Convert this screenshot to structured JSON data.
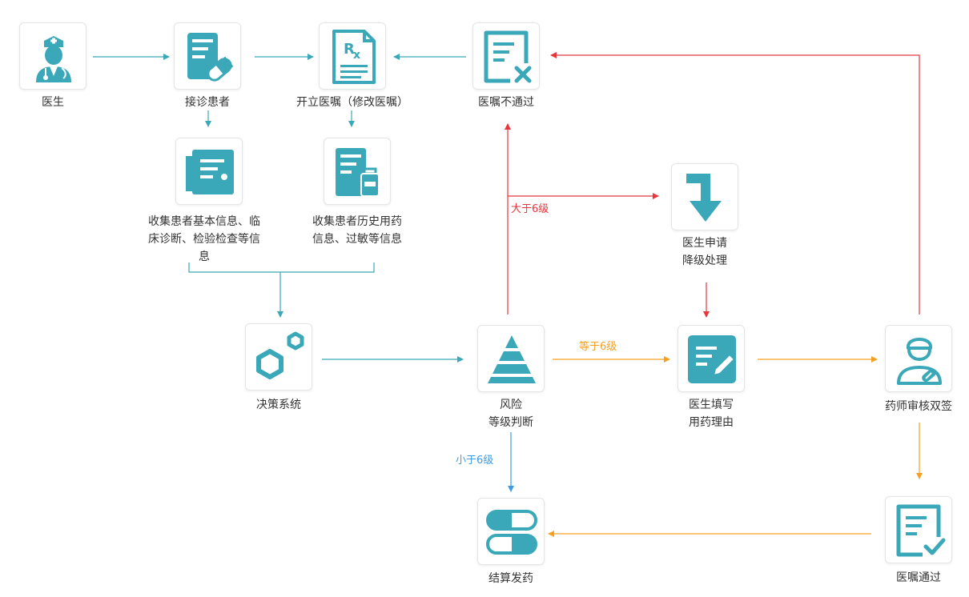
{
  "colors": {
    "teal": "#3aa8b8",
    "red": "#e8363c",
    "orange": "#f5a023",
    "blue": "#3e9be6"
  },
  "nodes": {
    "doctor": {
      "label": "医生",
      "icon": "doctor-icon"
    },
    "reception": {
      "label": "接诊患者",
      "icon": "clipboard-pill-icon"
    },
    "prescribe": {
      "label": "开立医嘱（修改医嘱）",
      "icon": "prescription-icon"
    },
    "order_rejected": {
      "label": "医嘱不通过",
      "icon": "document-x-icon"
    },
    "collect_basic": {
      "label": "收集患者基本信息、临\n床诊断、检验检查等信\n息",
      "icon": "document-icon"
    },
    "collect_history": {
      "label": "收集患者历史用药\n信息、过敏等信息",
      "icon": "document-medicine-icon"
    },
    "downgrade": {
      "label": "医生申请\n降级处理",
      "icon": "arrow-down-icon"
    },
    "decision": {
      "label": "决策系统",
      "icon": "hexagon-icon"
    },
    "risk": {
      "label": "风险\n等级判断",
      "icon": "pyramid-icon"
    },
    "reason": {
      "label": "医生填写\n用药理由",
      "icon": "edit-document-icon"
    },
    "pharmacist": {
      "label": "药师审核双签",
      "icon": "pharmacist-icon"
    },
    "dispense": {
      "label": "结算发药",
      "icon": "capsule-icon"
    },
    "order_passed": {
      "label": "医嘱通过",
      "icon": "document-check-icon"
    }
  },
  "edge_labels": {
    "greater": "大于6级",
    "equal": "等于6级",
    "less": "小于6级"
  }
}
